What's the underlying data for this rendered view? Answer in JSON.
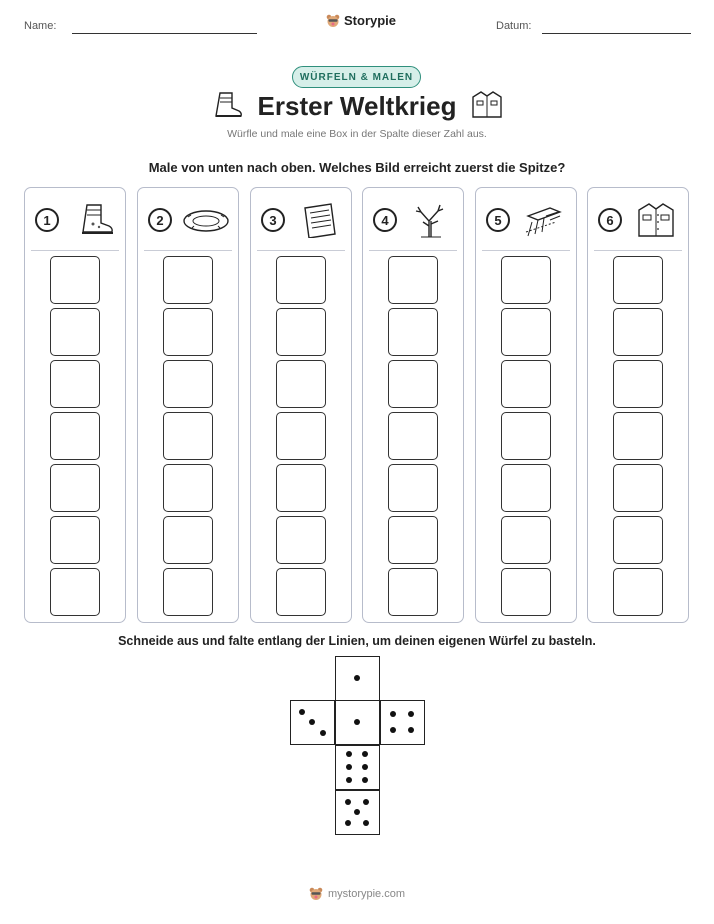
{
  "header": {
    "name_label": "Name:",
    "date_label": "Datum:",
    "brand": "Storypie"
  },
  "badge": "WÜRFELN & MALEN",
  "title": "Erster Weltkrieg",
  "subtitle": "Würfle und male eine Box in der Spalte dieser Zahl aus.",
  "instruction": "Male von unten nach oben. Welches Bild erreicht zuerst die Spitze?",
  "columns": [
    {
      "number": "1",
      "icon": "boot-icon"
    },
    {
      "number": "2",
      "icon": "crater-icon"
    },
    {
      "number": "3",
      "icon": "letter-icon"
    },
    {
      "number": "4",
      "icon": "bare-tree-icon"
    },
    {
      "number": "5",
      "icon": "trench-icon"
    },
    {
      "number": "6",
      "icon": "uniform-jacket-icon"
    }
  ],
  "boxes_per_column": 7,
  "cut_instruction": "Schneide aus und falte entlang der Linien, um deinen eigenen Würfel zu basteln.",
  "dice_faces": [
    1,
    3,
    1,
    4,
    6,
    5
  ],
  "footer": "mystorypie.com",
  "colors": {
    "accent": "#2f8f7c",
    "badge_bg": "#d6efe9",
    "column_border": "#b7bccb"
  }
}
